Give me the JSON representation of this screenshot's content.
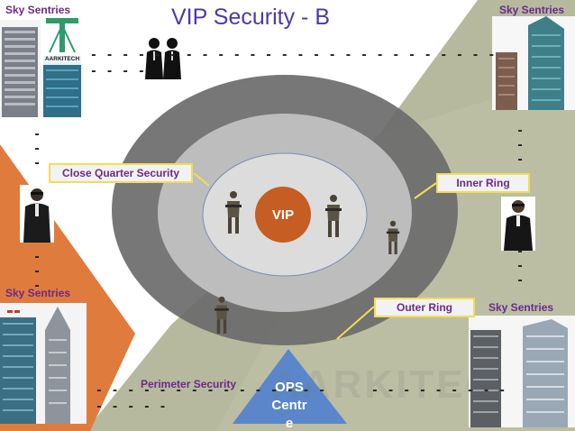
{
  "title": "VIP Security - B",
  "corner_labels": {
    "top_left": "Sky Sentries",
    "top_right": "Sky Sentries",
    "mid_left": "Sky Sentries",
    "mid_right": "Sky Sentries"
  },
  "callouts": {
    "close_quarter": "Close Quarter Security",
    "inner_ring": "Inner Ring",
    "outer_ring": "Outer Ring"
  },
  "center": {
    "vip": "VIP"
  },
  "ops_centre": {
    "line1": "OPS",
    "line2": "Centr",
    "line3": "e"
  },
  "perimeter_label": "Perimeter Security",
  "logo": {
    "text": "AARKITECH",
    "watermark": "AARKITECH"
  },
  "dashes": {
    "top_row1": "- - - -           - - - - - - - - - - - - - - - - - - - - - -",
    "top_row2": "- - - -",
    "bottom_left_row1": "- - - - - - - - - - - - - - -",
    "bottom_left_row2": "- - - - -",
    "bottom_right_row1": "- - - - - - - - -",
    "left_column": [
      "-",
      "-",
      "-"
    ],
    "left_column_lower": [
      "-",
      "-",
      "-"
    ],
    "right_column": [
      "-",
      "-",
      "-"
    ],
    "right_column_lower": [
      "-",
      "-",
      "-"
    ]
  },
  "colors": {
    "outer_ring": "#6b6b6b",
    "middle_ring": "#bdbdbd",
    "inner_ring": "#d9d9d9",
    "vip": "#c65d22",
    "ops": "#5b86c9",
    "orange_wedge": "#e07b3e",
    "olive_wedge": "#a9ad8c",
    "title": "#4a3aa8",
    "labels": "#6a2a8c",
    "callout_border": "#f3dc57"
  }
}
